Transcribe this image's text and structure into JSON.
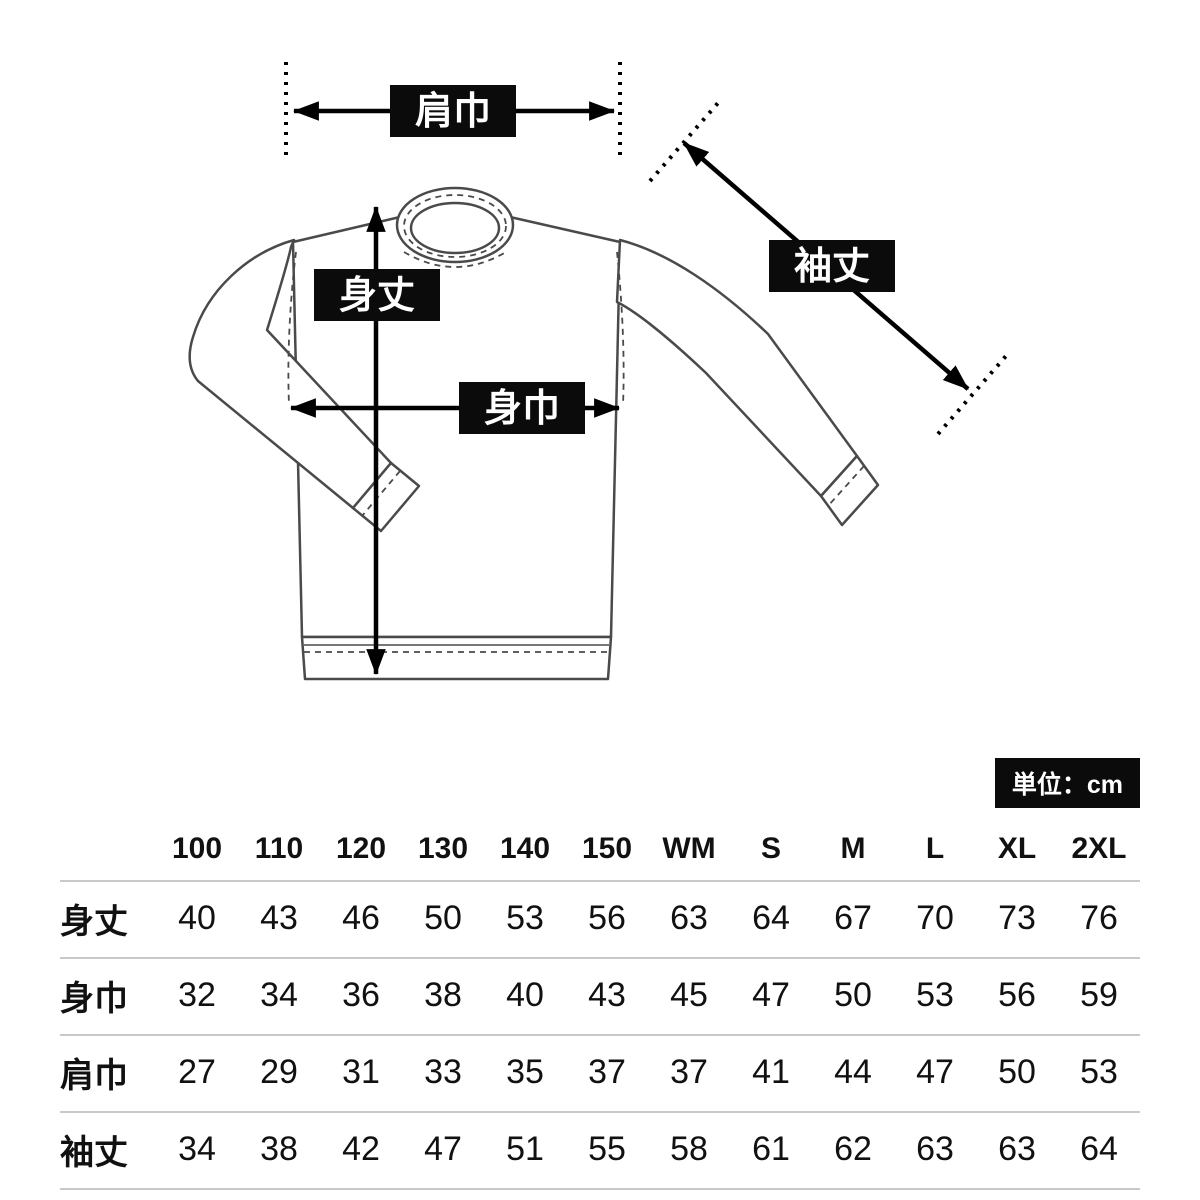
{
  "diagram": {
    "shoulder_width_label": "肩巾",
    "sleeve_length_label": "袖丈",
    "body_length_label": "身丈",
    "body_width_label": "身巾",
    "accent_color": "#0b0b0b",
    "line_color": "#4a4a4a"
  },
  "table": {
    "unit_label": "単位：cm",
    "sizes": [
      "100",
      "110",
      "120",
      "130",
      "140",
      "150",
      "WM",
      "S",
      "M",
      "L",
      "XL",
      "2XL"
    ],
    "rows": [
      {
        "label": "身丈",
        "values": [
          "40",
          "43",
          "46",
          "50",
          "53",
          "56",
          "63",
          "64",
          "67",
          "70",
          "73",
          "76"
        ]
      },
      {
        "label": "身巾",
        "values": [
          "32",
          "34",
          "36",
          "38",
          "40",
          "43",
          "45",
          "47",
          "50",
          "53",
          "56",
          "59"
        ]
      },
      {
        "label": "肩巾",
        "values": [
          "27",
          "29",
          "31",
          "33",
          "35",
          "37",
          "37",
          "41",
          "44",
          "47",
          "50",
          "53"
        ]
      },
      {
        "label": "袖丈",
        "values": [
          "34",
          "38",
          "42",
          "47",
          "51",
          "55",
          "58",
          "61",
          "62",
          "63",
          "63",
          "64"
        ]
      }
    ]
  }
}
